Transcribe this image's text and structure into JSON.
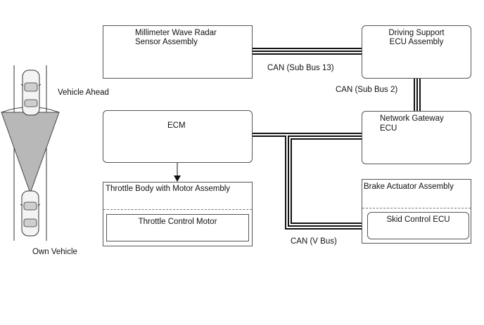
{
  "nodes": {
    "radar": {
      "line1": "Millimeter Wave Radar",
      "line2": "Sensor Assembly"
    },
    "driving_support": {
      "line1": "Driving Support",
      "line2": "ECU Assembly"
    },
    "ecm": {
      "label": "ECM"
    },
    "gateway": {
      "line1": "Network Gateway",
      "line2": "ECU"
    },
    "throttle_body": {
      "label": "Throttle Body with Motor Assembly"
    },
    "throttle_motor": {
      "label": "Throttle Control Motor"
    },
    "brake_actuator": {
      "label": "Brake Actuator Assembly"
    },
    "skid_control": {
      "label": "Skid Control ECU"
    }
  },
  "buses": {
    "sub13": "CAN (Sub Bus 13)",
    "sub2": "CAN (Sub Bus 2)",
    "vbus": "CAN (V Bus)"
  },
  "vehicles": {
    "ahead": "Vehicle Ahead",
    "own": "Own Vehicle"
  }
}
